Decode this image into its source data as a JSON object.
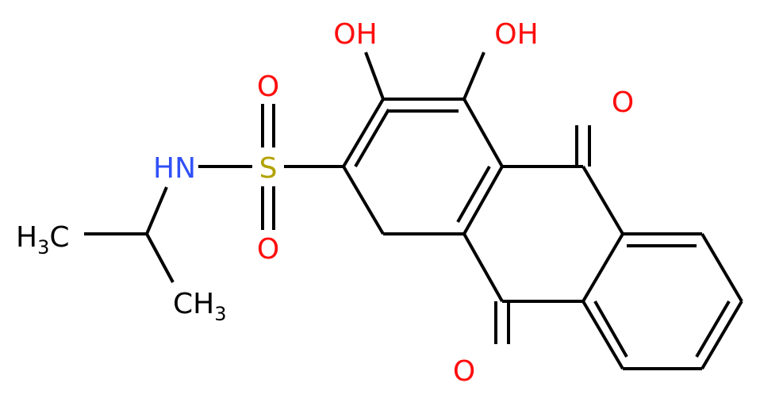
{
  "diagram": {
    "type": "chemical-structure",
    "atoms": {
      "oh_left": "OH",
      "oh_right": "OH",
      "o_ketone_top": "O",
      "o_ketone_bottom": "O",
      "o_sulfonyl_top": "O",
      "o_sulfonyl_bottom": "O",
      "sulfur": "S",
      "nh": "HN",
      "methyl_left": {
        "main": "H",
        "sub": "3",
        "tail": "C"
      },
      "methyl_right": {
        "main": "CH",
        "sub": "3"
      }
    },
    "colors": {
      "bond": "#000000",
      "oxygen": "#ff0d0d",
      "nitrogen": "#3050f8",
      "sulfur": "#b2a200",
      "carbon": "#000000"
    }
  }
}
